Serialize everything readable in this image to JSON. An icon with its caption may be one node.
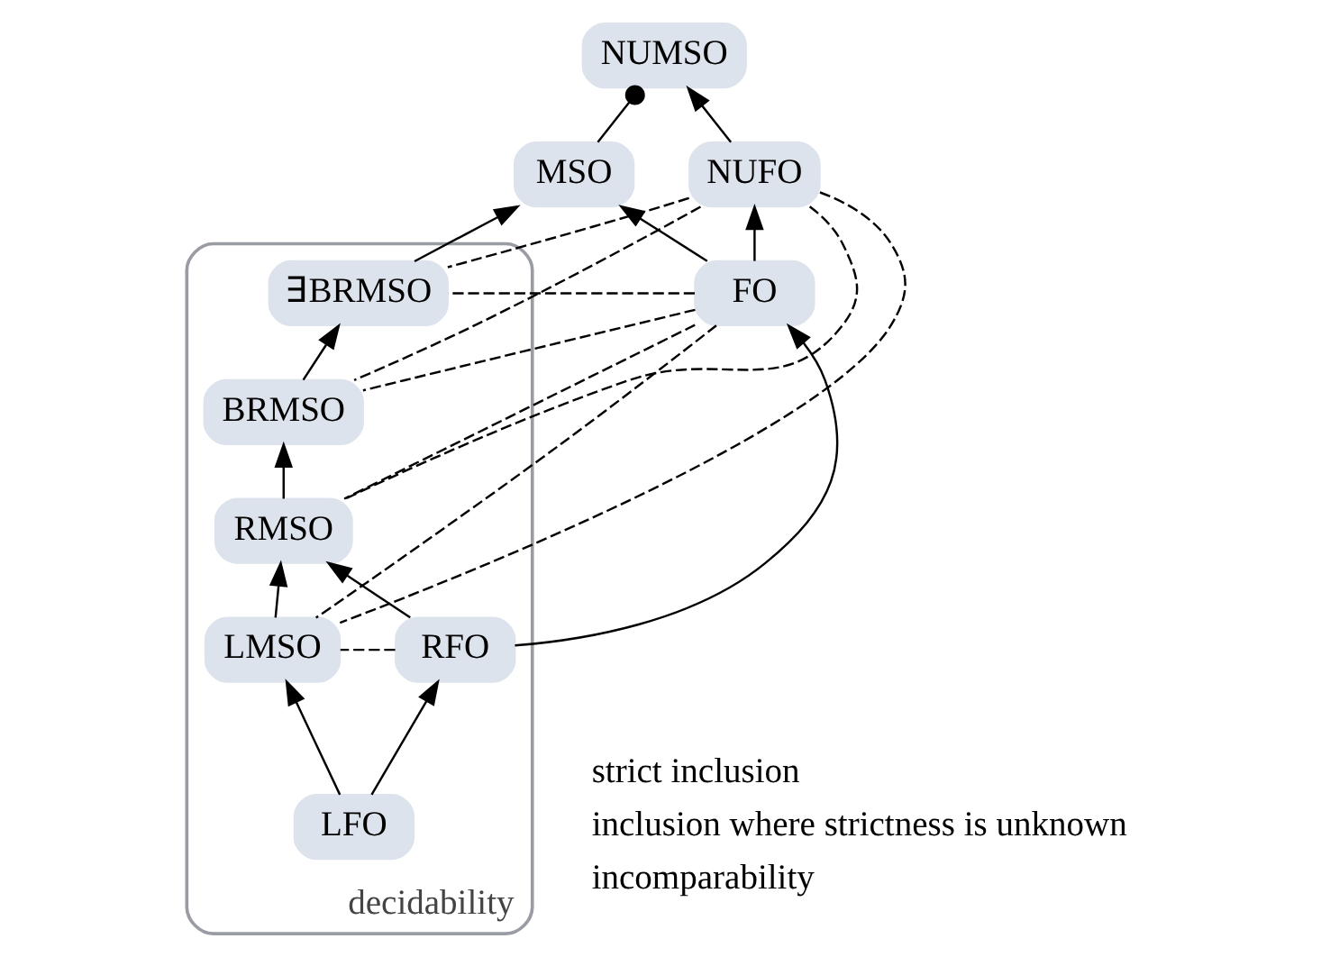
{
  "diagram": {
    "nodes": [
      {
        "text": [
          "NUMSO"
        ]
      },
      {
        "text": [
          "NUFO"
        ]
      },
      {
        "text": [
          "MSO"
        ]
      },
      {
        "text": [
          "FO"
        ]
      },
      {
        "text": [
          "decidability"
        ]
      },
      {
        "text": [
          "∃BRMSO"
        ],
        "in": 4
      },
      {
        "text": [
          "BRMSO"
        ],
        "in": 4
      },
      {
        "text": [
          "RMSO"
        ],
        "in": 4
      },
      {
        "text": [
          "RFO"
        ],
        "in": 4
      },
      {
        "text": [
          "LMSO"
        ],
        "in": 4
      },
      {
        "text": [
          "LFO"
        ],
        "in": 4
      }
    ],
    "edges": [
      {
        "from": 1,
        "to": 0,
        "arrow": "to"
      },
      {
        "from": 2,
        "to": 0,
        "arrow": "other"
      },
      {
        "from": 3,
        "to": 1,
        "arrow": "to"
      },
      {
        "from": 3,
        "to": 2,
        "arrow": "to"
      },
      {
        "from": 5,
        "to": 2,
        "arrow": "to"
      },
      {
        "from": 6,
        "to": 5,
        "arrow": "to"
      },
      {
        "from": 7,
        "to": 6,
        "arrow": "to"
      },
      {
        "from": 9,
        "to": 7,
        "arrow": "to"
      },
      {
        "from": 8,
        "to": 7,
        "arrow": "to"
      },
      {
        "from": 8,
        "to": 3,
        "arrow": "to"
      },
      {
        "from": 10,
        "to": 8,
        "arrow": "to"
      },
      {
        "from": 10,
        "to": 9,
        "arrow": "to"
      },
      {
        "from": 1,
        "to": 5,
        "arrow": "none",
        "style": "dashed"
      },
      {
        "from": 1,
        "to": 6,
        "arrow": "none",
        "style": "dashed"
      },
      {
        "from": 1,
        "to": 7,
        "arrow": "none",
        "style": "dashed"
      },
      {
        "from": 1,
        "to": 9,
        "arrow": "none",
        "style": "dashed"
      },
      {
        "from": 3,
        "to": 5,
        "arrow": "none",
        "style": "dashed"
      },
      {
        "from": 3,
        "to": 6,
        "arrow": "none",
        "style": "dashed"
      },
      {
        "from": 3,
        "to": 7,
        "arrow": "none",
        "style": "dashed"
      },
      {
        "from": 3,
        "to": 9,
        "arrow": "none",
        "style": "dashed"
      },
      {
        "from": 8,
        "to": 9,
        "arrow": "none",
        "style": "dashed"
      }
    ],
    "legend": [
      {
        "text": "strict inclusion"
      },
      {
        "text": "inclusion where strictness is unknown"
      },
      {
        "text": "incomparability"
      }
    ]
  }
}
